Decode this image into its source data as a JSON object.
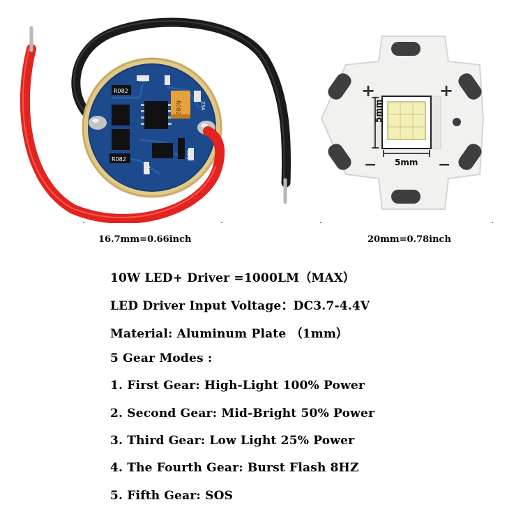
{
  "colors": {
    "pcb_blue": "#1c4a8c",
    "gold_ring": "#e2c98a",
    "wire_red": "#e3231f",
    "wire_black": "#1a1a1a",
    "star_board": "#f1f1ef",
    "led_yellow": "#f3efb8"
  },
  "images": {
    "driver_board": {
      "silkscreen": {
        "r1": "R082",
        "r2": "R082",
        "r3": "R082",
        "c1": "C01",
        "ed1": "ED1",
        "ed2": "ED1",
        "tag": "25A"
      }
    },
    "led_star": {
      "dim_vertical": "5mm",
      "dim_horizontal": "5mm",
      "plus1": "+",
      "plus2": "+",
      "minus1": "−",
      "minus2": "−"
    }
  },
  "dimensions": {
    "driver": "16.7mm=0.66inch",
    "led": "20mm=0.78inch"
  },
  "specs": [
    "10W LED+ Driver =1000LM（MAX）",
    "LED Driver Input Voltage：DC3.7-4.4V",
    "Material: Aluminum Plate （1mm）",
    "5 Gear Modes :",
    "1. First Gear: High-Light 100% Power",
    "2. Second Gear: Mid-Bright 50% Power",
    "3. Third Gear: Low Light 25% Power",
    "4. The Fourth Gear: Burst Flash 8HZ",
    "5. Fifth Gear: SOS"
  ]
}
